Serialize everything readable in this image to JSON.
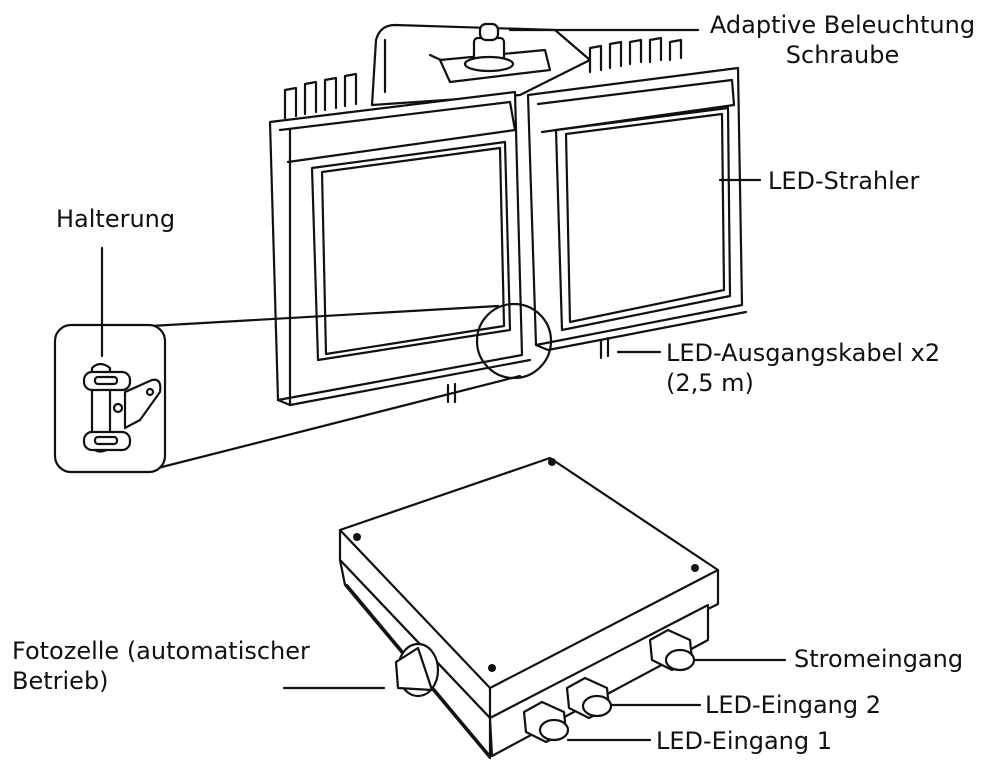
{
  "labels": {
    "screw_line1": "Adaptive Beleuchtung",
    "screw_line2": "Schraube",
    "led_spot": "LED-Strahler",
    "bracket": "Halterung",
    "cable_line1": "LED-Ausgangskabel x2",
    "cable_line2": "(2,5 m)",
    "photocell_line1": "Fotozelle (automatischer",
    "photocell_line2": "Betrieb)",
    "power_input": "Stromeingang",
    "led_input_2": "LED-Eingang 2",
    "led_input_1": "LED-Eingang 1"
  }
}
